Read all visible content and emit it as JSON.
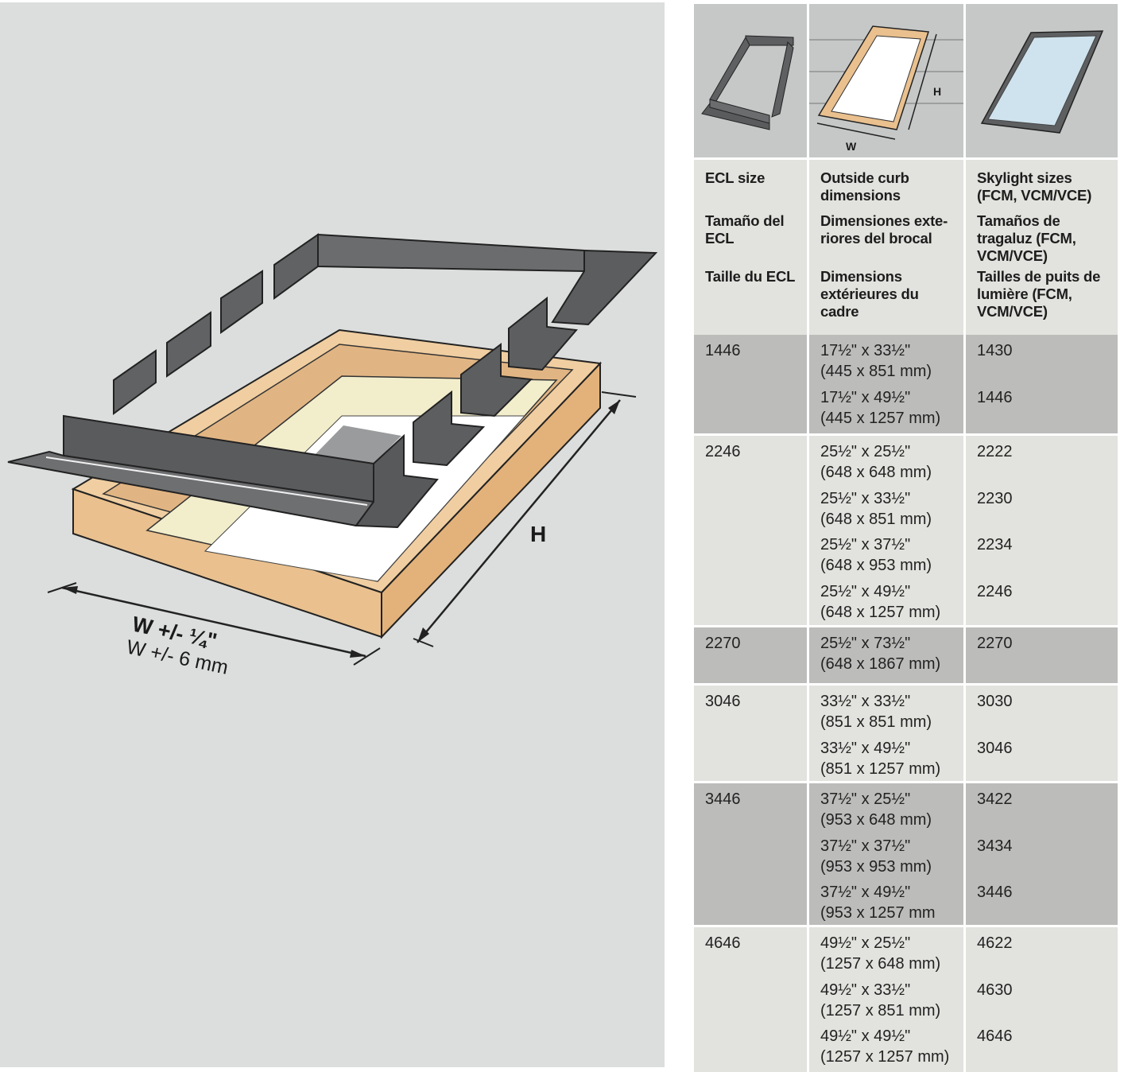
{
  "illustration": {
    "label_h": "H",
    "label_w_imperial": "W +/- ¼\"",
    "label_w_metric": "W +/- 6 mm"
  },
  "thumbnails": [
    {
      "name": "flashing-kit-thumbnail",
      "icon": "ecl-flashing-icon"
    },
    {
      "name": "curb-frame-thumbnail",
      "icon": "curb-frame-icon",
      "label_h": "H",
      "label_w": "W"
    },
    {
      "name": "skylight-thumbnail",
      "icon": "skylight-icon"
    }
  ],
  "header": {
    "col1": [
      "ECL size",
      "Tamaño del ECL",
      "Taille du ECL"
    ],
    "col2": [
      "Outside curb dimensions",
      "Dimensiones exte- riores del brocal",
      "Dimensions extérieures du cadre"
    ],
    "col3": [
      "Skylight sizes (FCM, VCM/VCE)",
      "Tamaños de tragaluz (FCM, VCM/VCE)",
      "Tailles de puits de lumière (FCM, VCM/VCE)"
    ]
  },
  "rows": [
    {
      "ecl": "1446",
      "shade": "dark",
      "entries": [
        {
          "dim": "17½\" x 33½\"",
          "mm": "(445 x 851 mm)",
          "size": "1430"
        },
        {
          "dim": "17½\" x 49½\"",
          "mm": "(445 x 1257 mm)",
          "size": "1446"
        }
      ]
    },
    {
      "ecl": "2246",
      "shade": "light",
      "entries": [
        {
          "dim": "25½\" x 25½\"",
          "mm": "(648 x 648 mm)",
          "size": "2222"
        },
        {
          "dim": "25½\" x 33½\"",
          "mm": "(648 x 851 mm)",
          "size": "2230"
        },
        {
          "dim": "25½\" x 37½\"",
          "mm": "(648 x 953 mm)",
          "size": "2234"
        },
        {
          "dim": "25½\" x 49½\"",
          "mm": "(648 x 1257 mm)",
          "size": "2246"
        }
      ]
    },
    {
      "ecl": "2270",
      "shade": "dark",
      "entries": [
        {
          "dim": "25½\" x 73½\"",
          "mm": "(648 x 1867 mm)",
          "size": "2270"
        }
      ]
    },
    {
      "ecl": "3046",
      "shade": "light",
      "entries": [
        {
          "dim": "33½\" x 33½\"",
          "mm": "(851 x 851 mm)",
          "size": "3030"
        },
        {
          "dim": "33½\" x 49½\"",
          "mm": "(851 x 1257 mm)",
          "size": "3046"
        }
      ]
    },
    {
      "ecl": "3446",
      "shade": "dark",
      "entries": [
        {
          "dim": "37½\" x 25½\"",
          "mm": "(953 x 648 mm)",
          "size": "3422"
        },
        {
          "dim": "37½\" x 37½\"",
          "mm": "(953 x 953 mm)",
          "size": "3434"
        },
        {
          "dim": "37½\" x 49½\"",
          "mm": "(953 x 1257 mm",
          "size": "3446"
        }
      ]
    },
    {
      "ecl": "4646",
      "shade": "light",
      "entries": [
        {
          "dim": "49½\" x 25½\"",
          "mm": "(1257 x 648 mm)",
          "size": "4622"
        },
        {
          "dim": "49½\" x 33½\"",
          "mm": "(1257 x 851 mm)",
          "size": "4630"
        },
        {
          "dim": "49½\" x 49½\"",
          "mm": "(1257 x 1257 mm)",
          "size": "4646"
        }
      ]
    }
  ],
  "colors": {
    "panel_gray": "#dcdddd",
    "flashing_gray": "#5a5b5d",
    "curb_wood": "#e9c08e",
    "row_dark": "#bcbcbb",
    "row_light": "#e2e2de",
    "glass_blue": "#cfe3ee"
  }
}
